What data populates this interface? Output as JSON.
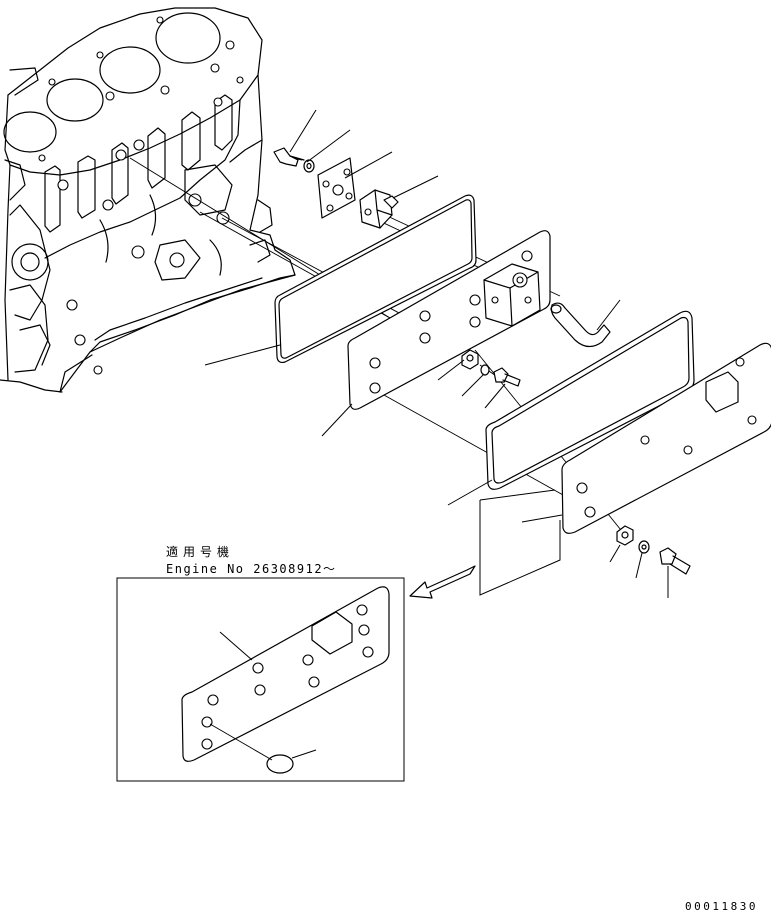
{
  "applicability": {
    "title": "適用号機",
    "serial": "Engine No 26308912～"
  },
  "drawing_number": "00011830",
  "icons": [
    "cylinder-block",
    "cover-gasket",
    "side-cover-plate",
    "bolt",
    "washer",
    "nut",
    "hose",
    "oil-cooler-adapter",
    "bracket",
    "plug",
    "arrow"
  ]
}
